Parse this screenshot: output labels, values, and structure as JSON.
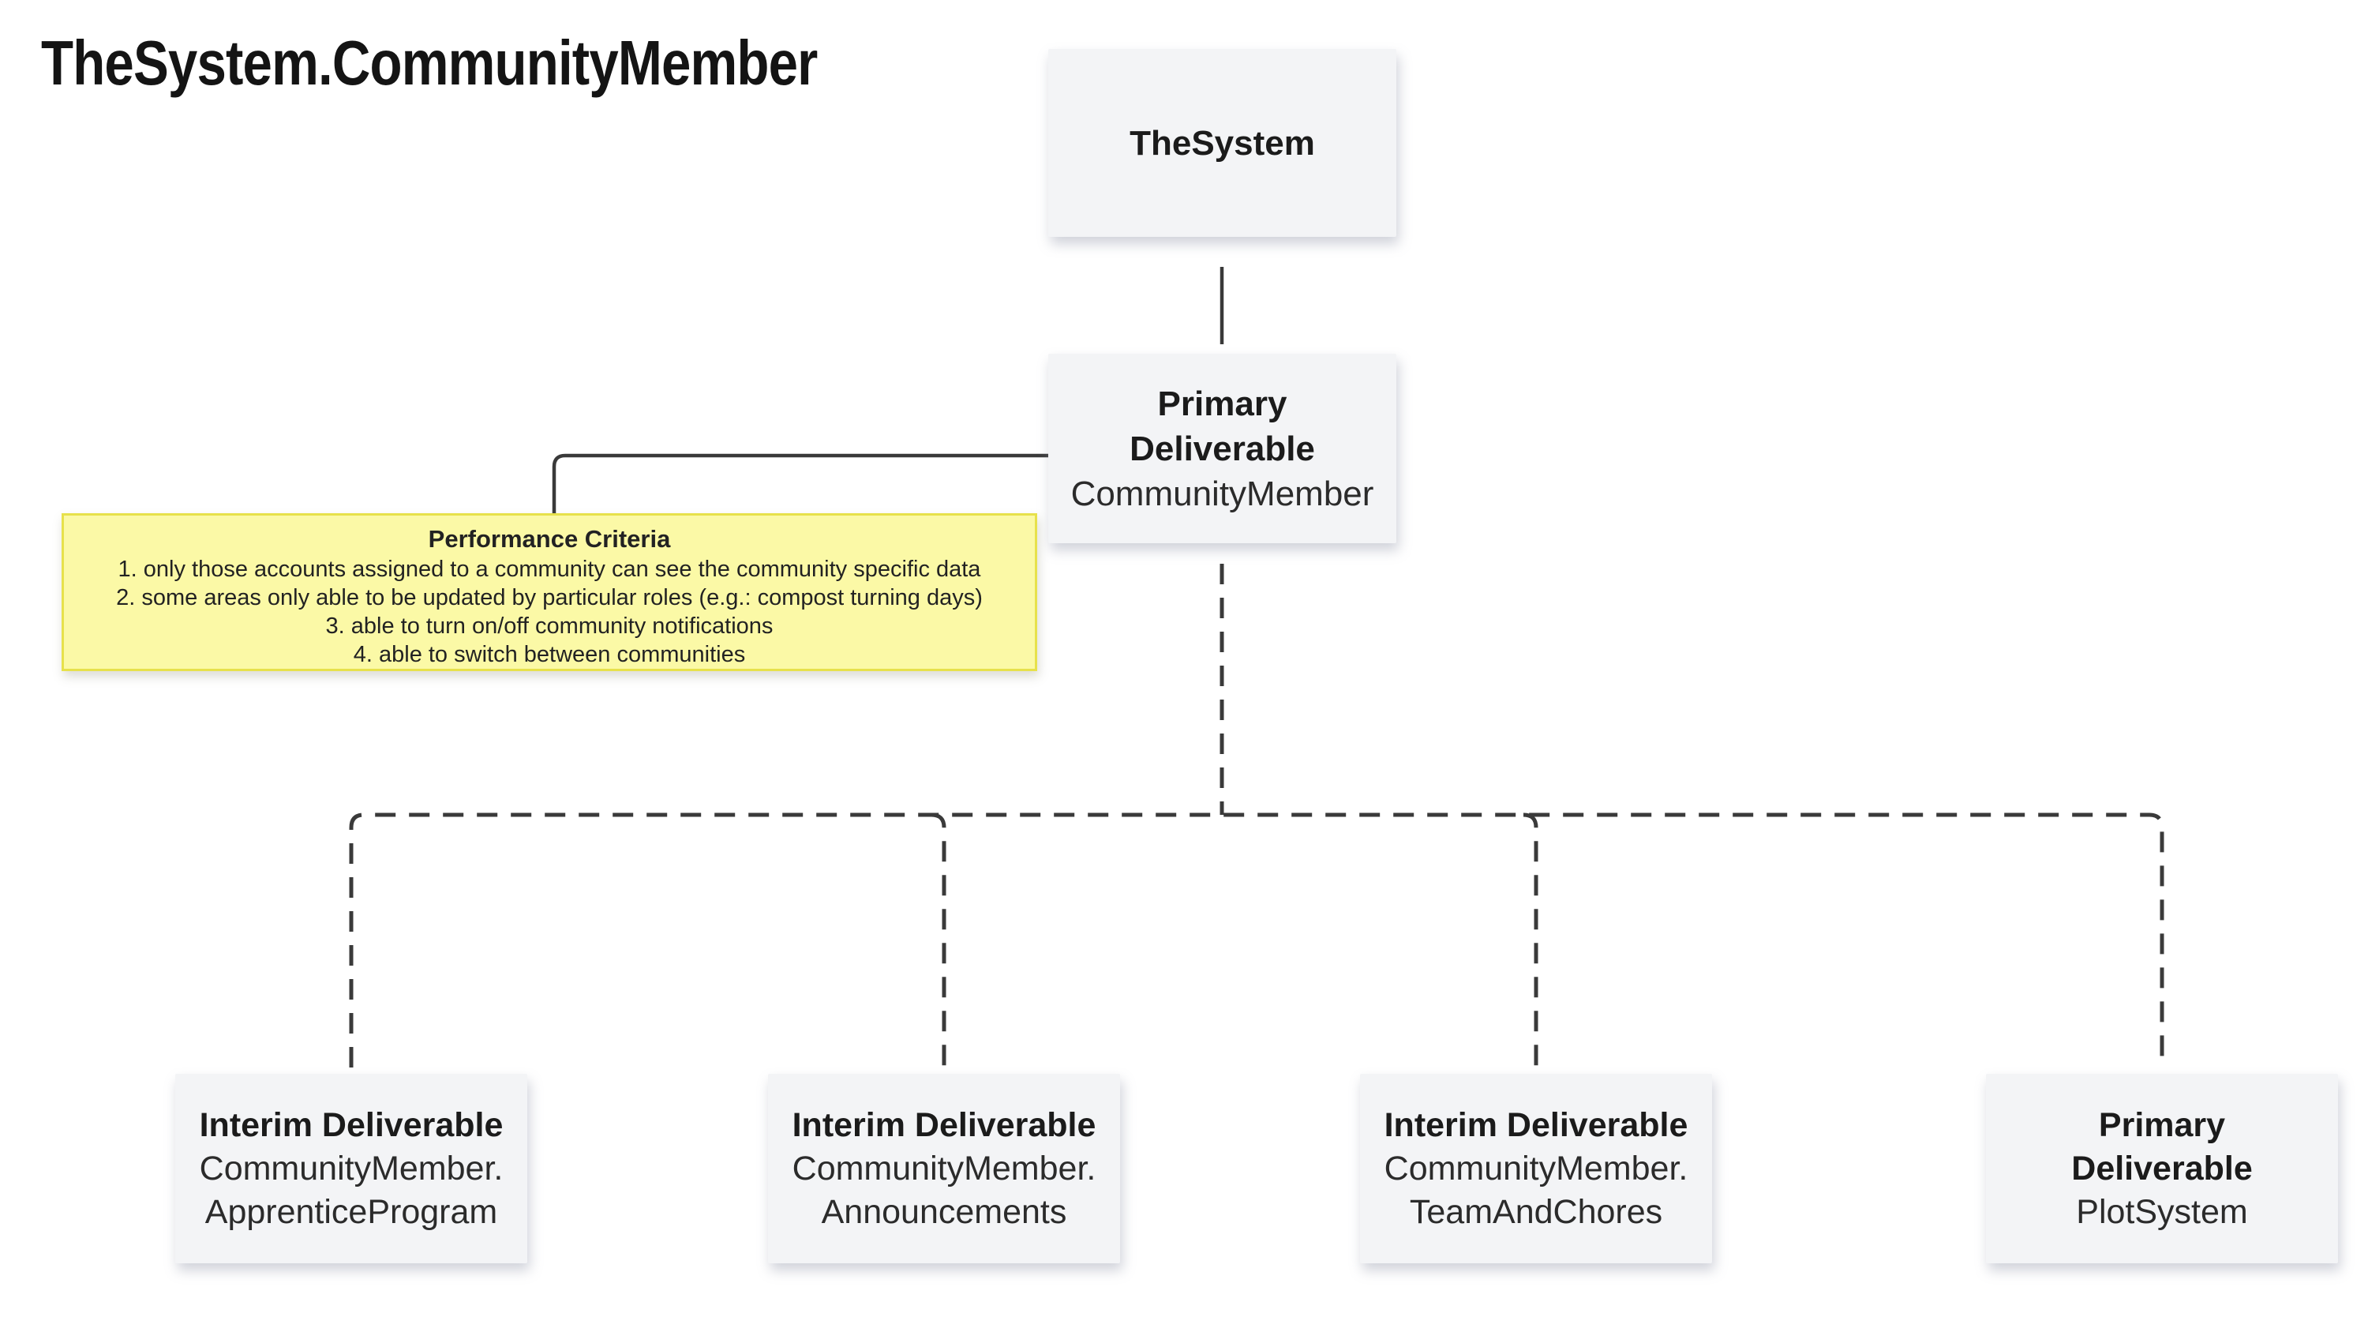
{
  "page_title": "TheSystem.CommunityMember",
  "colors": {
    "background": "#ffffff",
    "node_fill": "#f3f4f6",
    "node_text": "#2b2b2b",
    "node_text_bold": "#1b1b1b",
    "note_fill": "#fbf9a6",
    "note_border": "#e7e14b",
    "note_text": "#222222",
    "line": "#3a3a3a",
    "title_text": "#141414"
  },
  "nodes": {
    "root": {
      "lines": [
        "TheSystem"
      ]
    },
    "primary": {
      "lines": [
        "Primary",
        "Deliverable",
        "CommunityMember"
      ]
    },
    "children": [
      {
        "lines": [
          "Interim Deliverable",
          "CommunityMember.",
          "ApprenticeProgram"
        ]
      },
      {
        "lines": [
          "Interim Deliverable",
          "CommunityMember.",
          "Announcements"
        ]
      },
      {
        "lines": [
          "Interim Deliverable",
          "CommunityMember.",
          "TeamAndChores"
        ]
      },
      {
        "lines": [
          "Primary",
          "Deliverable",
          "PlotSystem"
        ]
      }
    ]
  },
  "note": {
    "title": "Performance Criteria",
    "items": [
      "1. only those accounts assigned to a community can see the community specific data",
      "2. some areas only able to be updated by particular roles (e.g.: compost turning days)",
      "3. able to turn on/off community notifications",
      "4. able to switch between communities"
    ]
  }
}
